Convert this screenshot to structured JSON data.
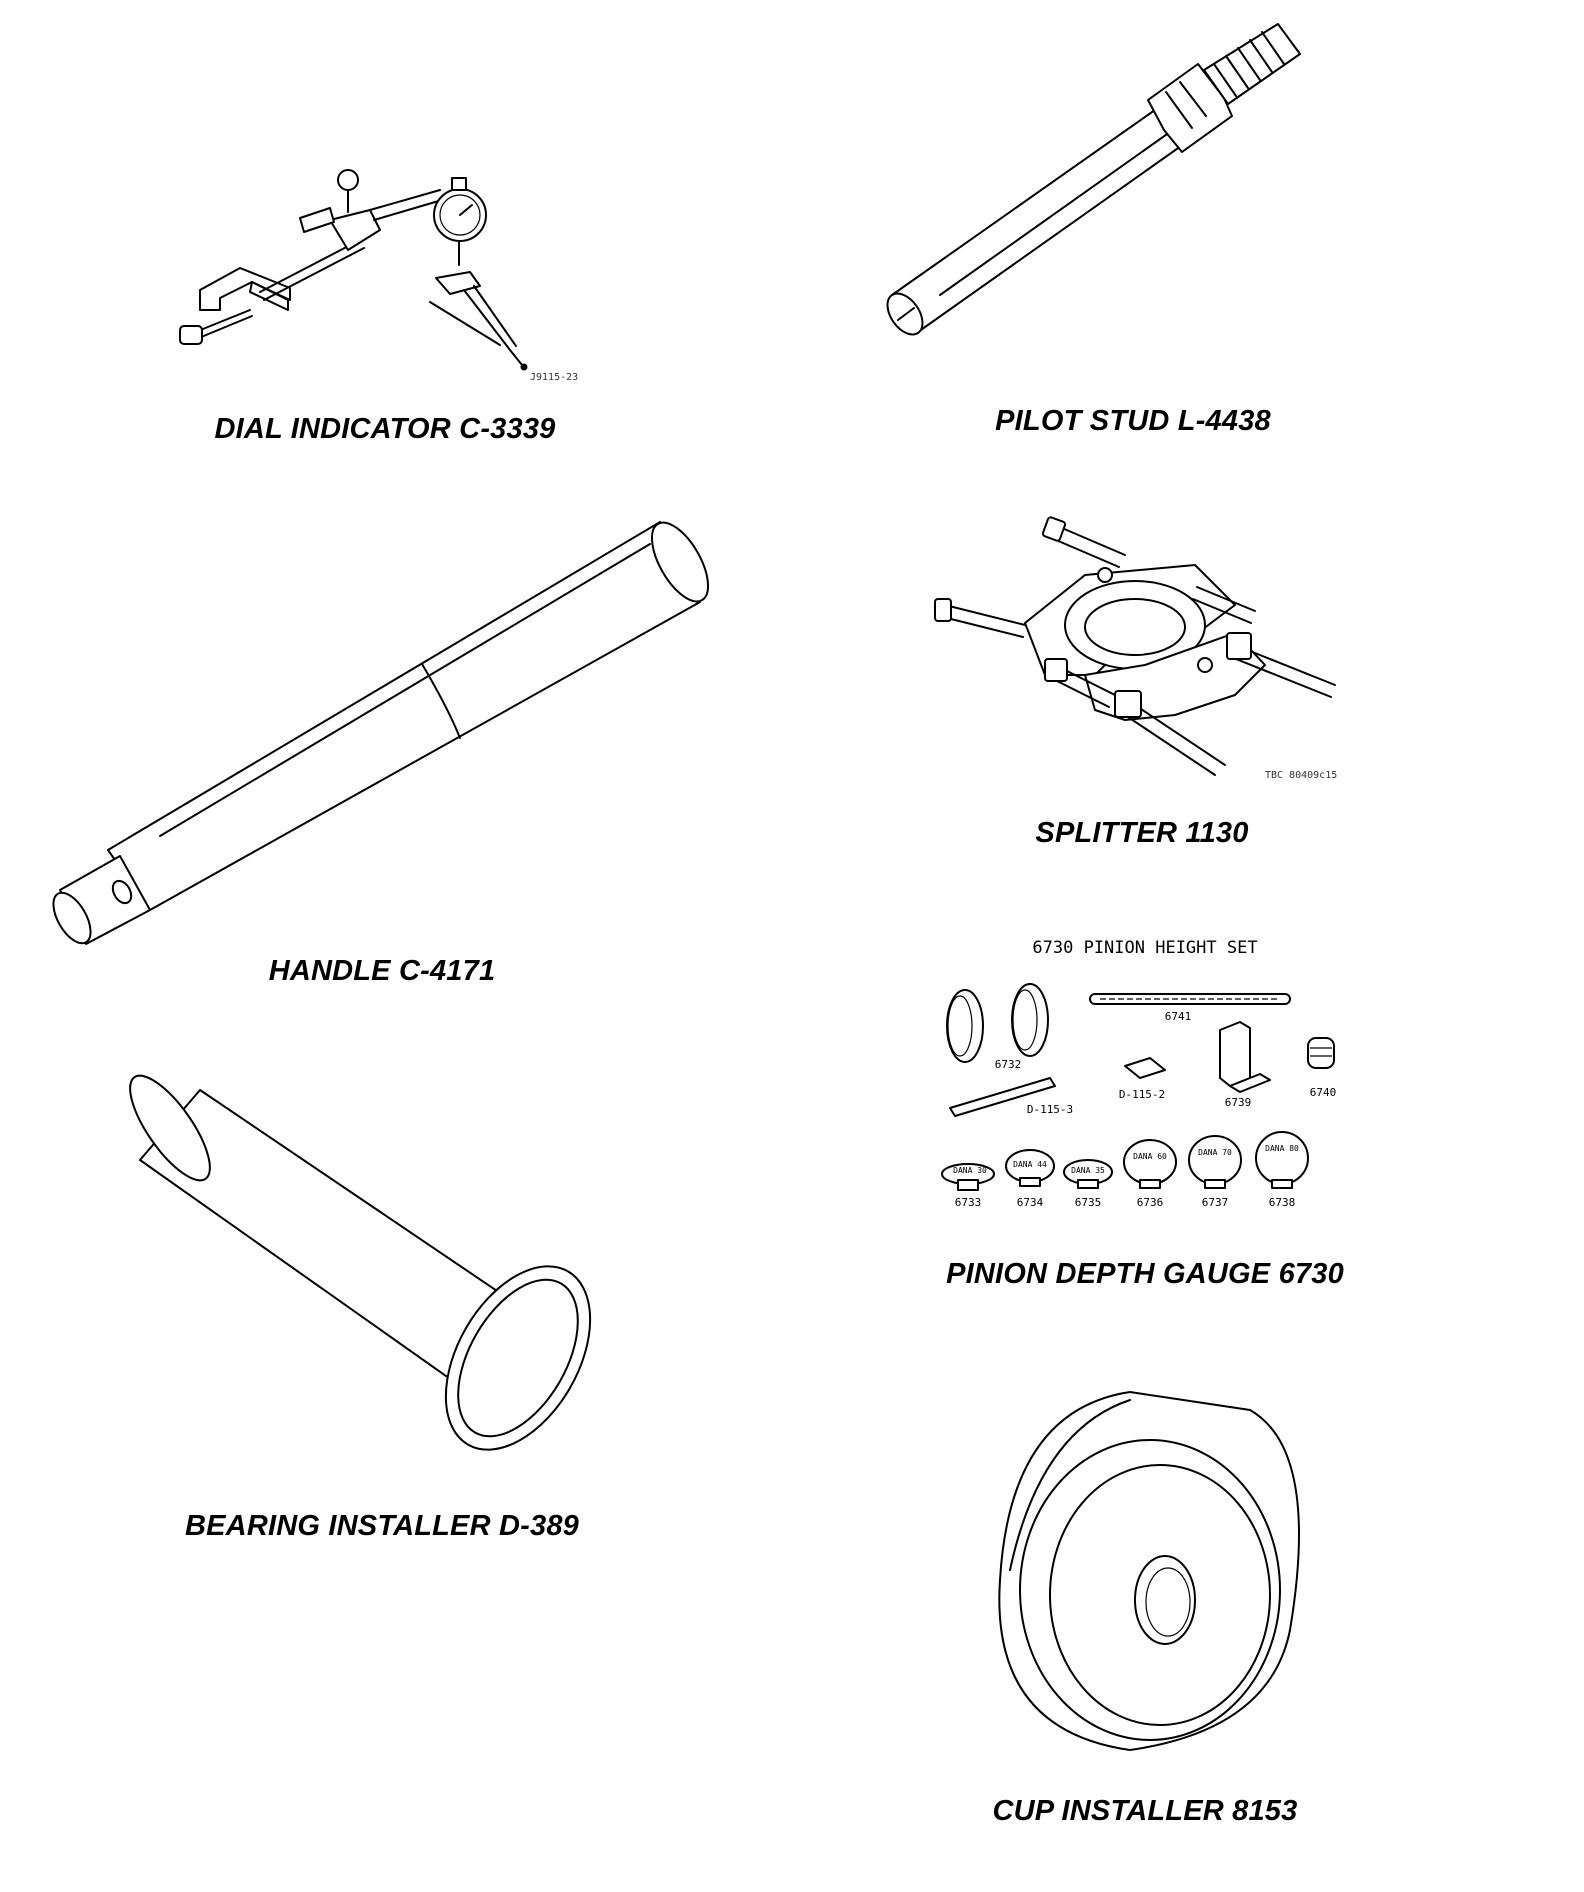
{
  "tools": [
    {
      "key": "dial",
      "caption": "DIAL INDICATOR C-3339",
      "figure_code": "J9115-23"
    },
    {
      "key": "pilot",
      "caption": "PILOT STUD L-4438"
    },
    {
      "key": "handle",
      "caption": "HANDLE C-4171"
    },
    {
      "key": "splitter",
      "caption": "SPLITTER 1130",
      "figure_code": "TBC 80409c15"
    },
    {
      "key": "pinion",
      "caption": "PINION DEPTH GAUGE 6730",
      "set_title": "6730 PINION HEIGHT SET",
      "parts": [
        "6741",
        "6732",
        "6739",
        "6740",
        "D-115-2",
        "D-115-3",
        "6733",
        "6734",
        "6735",
        "6736",
        "6737",
        "6738"
      ],
      "disc_markings": [
        "DANA 30",
        "DANA 44",
        "DANA 35",
        "DANA 60",
        "DANA 70",
        "DANA 80"
      ]
    },
    {
      "key": "bearing",
      "caption": "BEARING INSTALLER D-389"
    },
    {
      "key": "cup",
      "caption": "CUP INSTALLER 8153"
    }
  ]
}
